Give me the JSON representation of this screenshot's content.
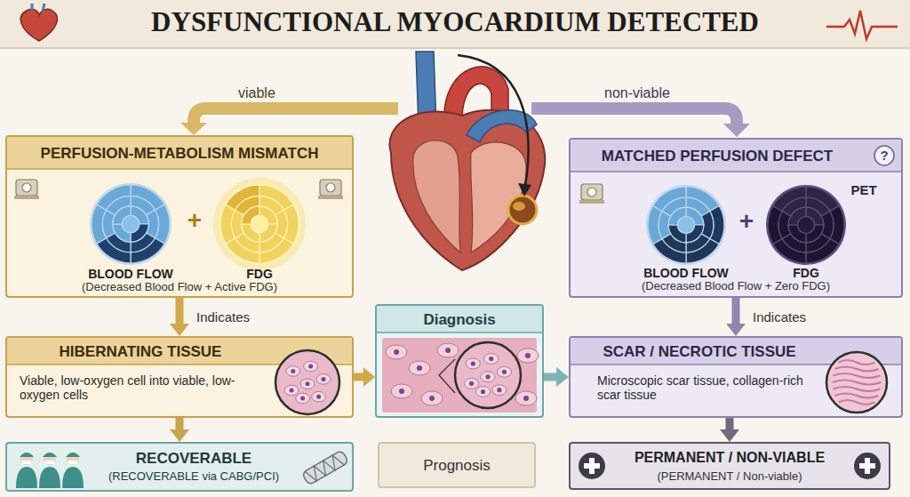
{
  "diagram": {
    "title": "DYSFUNCTIONAL MYOCARDIUM DETECTED",
    "nodes": [
      {
        "text": [
          "PERFUSION-METABOLISM MISMATCH",
          "+",
          "BLOOD FLOW",
          "FDG",
          "(Decreased Blood Flow + Active FDG)"
        ]
      },
      {
        "text": [
          "MATCHED PERFUSION DEFECT",
          "?",
          "PET",
          "+",
          "BLOOD FLOW",
          "FDG",
          "(Decreased Blood Flow + Zero FDG)"
        ]
      },
      {
        "text": [
          "HIBERNATING TISSUE",
          "Viable, low-oxygen cell into viable, low-oxygen cells"
        ]
      },
      {
        "text": [
          "Diagnosis"
        ]
      },
      {
        "text": [
          "SCAR / NECROTIC TISSUE",
          "Microscopic scar tissue, collagen-rich scar tissue"
        ]
      },
      {
        "text": [
          "RECOVERABLE",
          "(RECOVERABLE via CABG/PCI)"
        ]
      },
      {
        "text": [
          "Prognosis"
        ]
      },
      {
        "text": [
          "PERMANENT / NON-VIABLE",
          "(PERMANENT / Non-viable)"
        ]
      }
    ],
    "edges": [
      {
        "from": 0,
        "to": 2,
        "label": "Indicates",
        "arrow": "to"
      },
      {
        "from": 1,
        "to": 4,
        "label": "Indicates",
        "arrow": "to"
      },
      {
        "from": 2,
        "to": 5,
        "arrow": "to"
      },
      {
        "from": 4,
        "to": 7,
        "arrow": "to"
      },
      {
        "from": 2,
        "to": 3,
        "arrow": "to"
      },
      {
        "from": 3,
        "to": 4,
        "arrow": "to"
      }
    ],
    "labels": [
      "viable",
      "non-viable"
    ]
  }
}
